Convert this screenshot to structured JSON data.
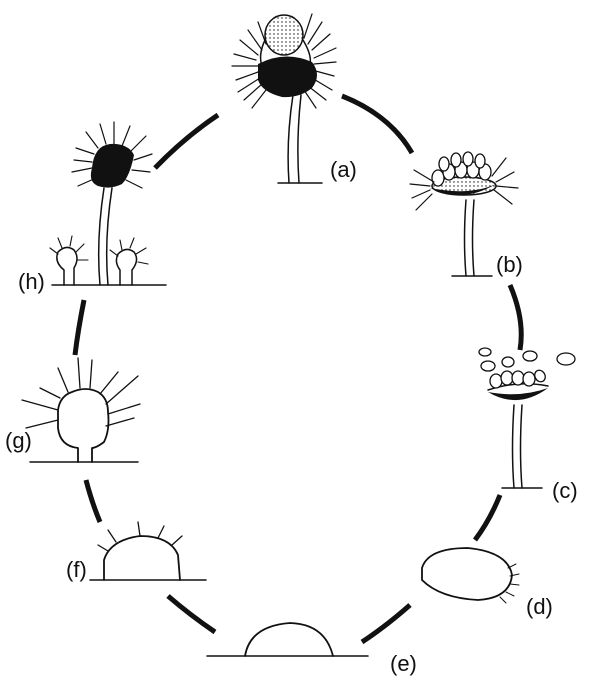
{
  "stages": [
    {
      "label": "(a)"
    },
    {
      "label": "(b)"
    },
    {
      "label": "(c)"
    },
    {
      "label": "(d)"
    },
    {
      "label": "(e)"
    },
    {
      "label": "(f)"
    },
    {
      "label": "(g)"
    },
    {
      "label": "(h)"
    }
  ],
  "colors": {
    "ink": "#111111",
    "background": "#ffffff"
  }
}
